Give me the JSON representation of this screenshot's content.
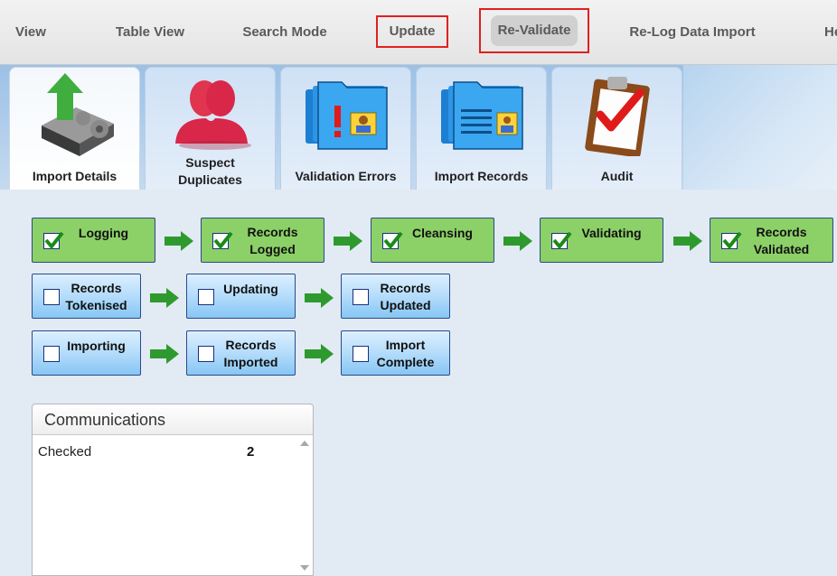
{
  "menu": {
    "view": "View",
    "table_view": "Table View",
    "search_mode": "Search Mode",
    "update": "Update",
    "revalidate": "Re-Validate",
    "relog": "Re-Log Data Import",
    "help": "He"
  },
  "tabs": [
    {
      "label": "Import Details",
      "icon": "server-upload-icon"
    },
    {
      "label_line1": "Suspect",
      "label_line2": "Duplicates",
      "icon": "users-duplicate-icon"
    },
    {
      "label": "Validation Errors",
      "icon": "folder-error-icon"
    },
    {
      "label": "Import Records",
      "icon": "folder-records-icon"
    },
    {
      "label": "Audit",
      "icon": "clipboard-check-icon"
    }
  ],
  "steps": {
    "logging": "Logging",
    "records_logged_1": "Records",
    "records_logged_2": "Logged",
    "cleansing": "Cleansing",
    "validating": "Validating",
    "records_validated_1": "Records",
    "records_validated_2": "Validated",
    "records_tokenised_1": "Records",
    "records_tokenised_2": "Tokenised",
    "updating": "Updating",
    "records_updated_1": "Records",
    "records_updated_2": "Updated",
    "importing": "Importing",
    "records_imported_1": "Records",
    "records_imported_2": "Imported",
    "import_complete_1": "Import",
    "import_complete_2": "Complete"
  },
  "communications": {
    "title": "Communications",
    "rows": [
      {
        "label": "Checked",
        "count": "2"
      }
    ]
  },
  "colors": {
    "done_step": "#8cd068",
    "todo_step": "#b9defb",
    "highlight": "#e02020",
    "arrow": "#2e9a2e"
  }
}
